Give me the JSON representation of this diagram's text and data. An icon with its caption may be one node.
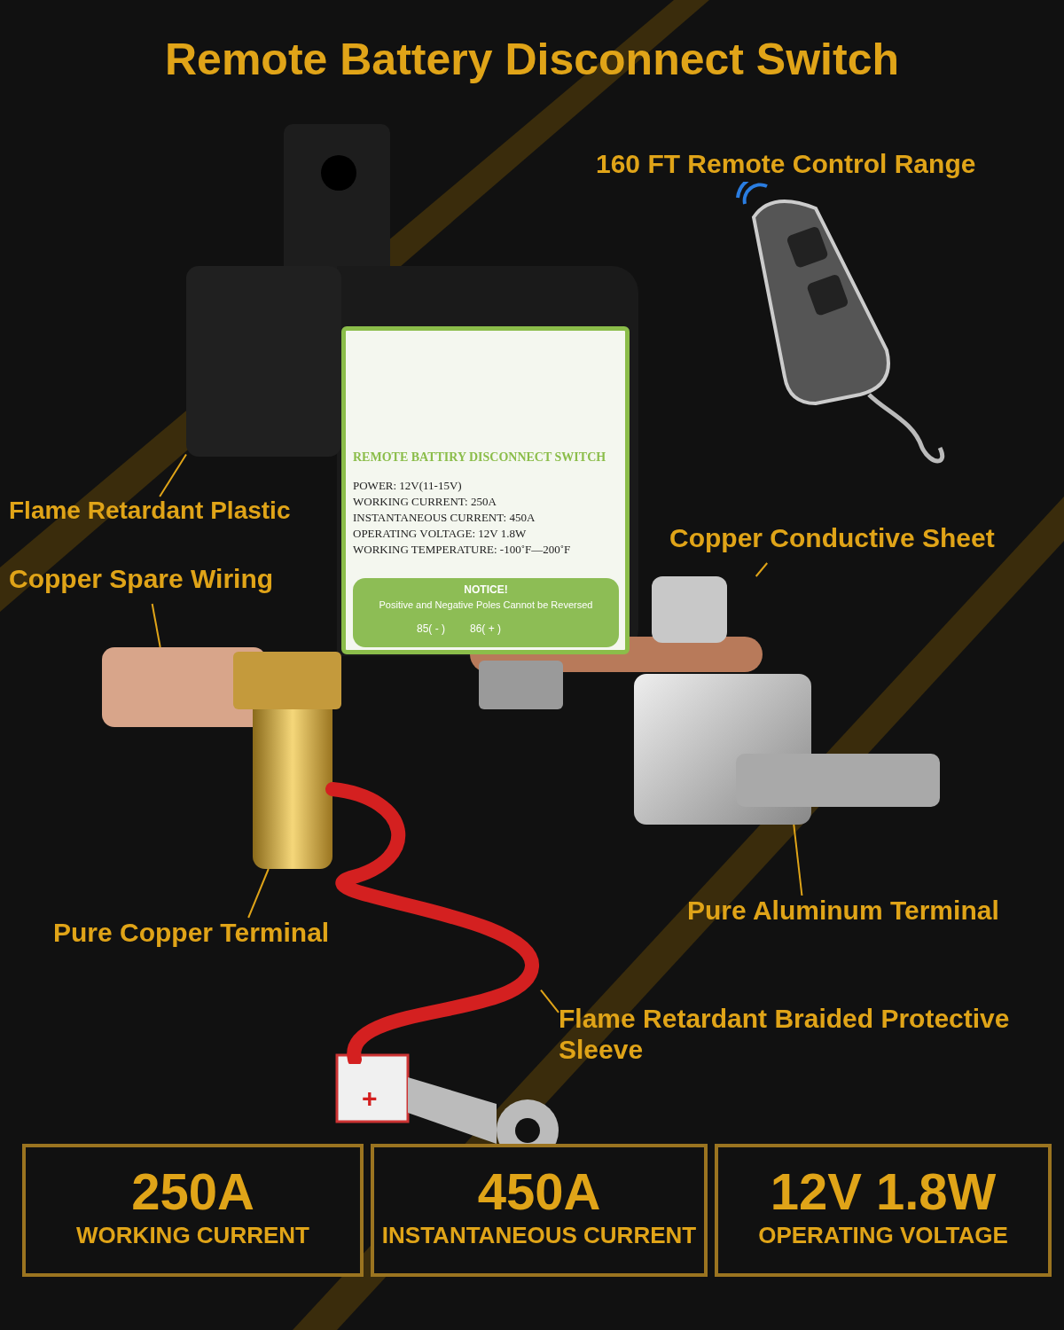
{
  "diagram": {
    "title": "Remote Battery Disconnect Switch",
    "nodes": [
      {
        "text": [
          "Flame Retardant Plastic"
        ]
      },
      {
        "text": [],
        "shape": "box"
      },
      {
        "text": [
          "Copper Spare Wiring"
        ]
      },
      {
        "text": [],
        "shape": "box"
      },
      {
        "text": [
          "Pure Copper Terminal"
        ]
      },
      {
        "text": [],
        "shape": "cylinder"
      },
      {
        "text": [
          "Flame Retardant Braided Protective Sleeve"
        ]
      },
      {
        "text": [],
        "shape": "cable"
      },
      {
        "text": [
          "Copper Conductive Sheet"
        ]
      },
      {
        "text": [],
        "shape": "bar"
      },
      {
        "text": [
          "Pure Aluminum Terminal"
        ]
      },
      {
        "text": [],
        "shape": "box"
      },
      {
        "text": [
          "250A",
          "WORKING CURRENT"
        ]
      },
      {
        "text": [
          "450A",
          "INSTANTANEOUS CURRENT"
        ]
      },
      {
        "text": [
          "12V 1.8W",
          "OPERATING VOLTAGE"
        ]
      }
    ],
    "edges": [
      {
        "from": 0,
        "to": 1,
        "arrow": "none"
      },
      {
        "from": 2,
        "to": 3,
        "arrow": "none"
      },
      {
        "from": 4,
        "to": 5,
        "arrow": "none"
      },
      {
        "from": 6,
        "to": 7,
        "arrow": "none"
      },
      {
        "from": 8,
        "to": 9,
        "arrow": "none"
      },
      {
        "from": 10,
        "to": 11,
        "arrow": "none"
      }
    ],
    "labels": [
      "160 FT Remote Control Range",
      "REMOTE BATTIRY DISCONNECT SWITCH",
      "POWER: 12V(11-15V)",
      "WORKING CURRENT: 250A",
      "INSTANTANEOUS CURRENT: 450A",
      "OPERATING VOLTAGE: 12V 1.8W",
      "WORKING TEMPERATURE: -100˚F—200˚F",
      "NOTICE!",
      "Positive and Negative Poles Cannot be Reversed",
      "85( - )",
      "86( + )",
      "+"
    ]
  }
}
